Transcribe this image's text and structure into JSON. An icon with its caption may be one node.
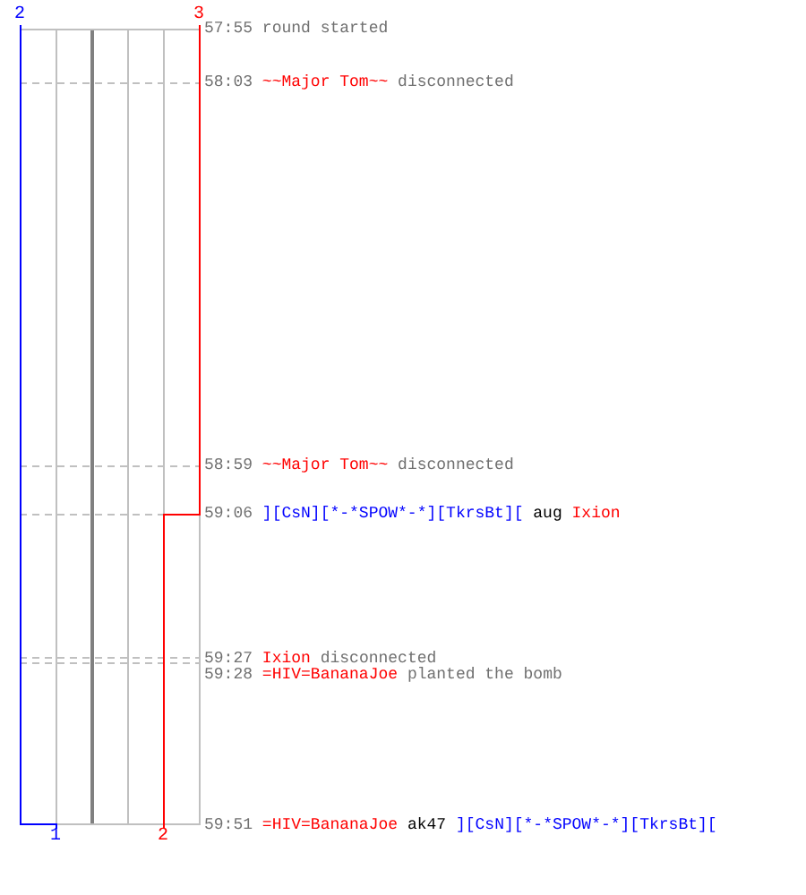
{
  "diagram": {
    "labels": [
      "2",
      "3",
      "57:55",
      "round started",
      "58:03",
      "~~Major Tom~~",
      "disconnected",
      "58:59",
      "~~Major Tom~~",
      "disconnected",
      "59:06",
      "][CsN][*-*SPOW*-*][TkrsBt][",
      "aug",
      "Ixion",
      "59:27",
      "Ixion",
      "disconnected",
      "59:28",
      "=HIV=BananaJoe",
      "planted the bomb",
      "1",
      "2",
      "59:51",
      "=HIV=BananaJoe",
      "ak47",
      "][CsN][*-*SPOW*-*][TkrsBt]["
    ]
  }
}
